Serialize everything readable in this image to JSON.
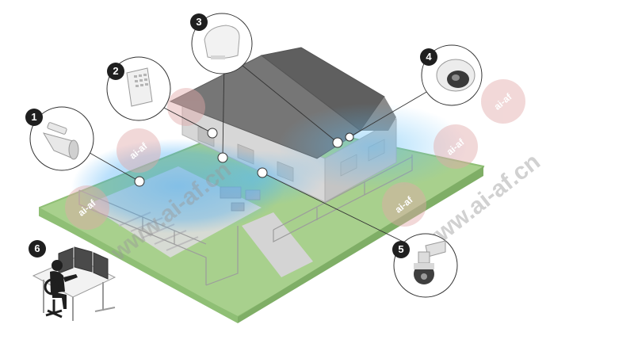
{
  "markers": [
    {
      "number": "1",
      "device": "horn-speaker"
    },
    {
      "number": "2",
      "device": "access-control-reader"
    },
    {
      "number": "3",
      "device": "radar-sensor"
    },
    {
      "number": "4",
      "device": "dome-camera"
    },
    {
      "number": "5",
      "device": "ptz-camera"
    },
    {
      "number": "6",
      "device": "monitoring-workstation"
    }
  ],
  "watermark": {
    "text": "www.ai-af.cn",
    "logo_text": "ai-af"
  },
  "colors": {
    "grass": "#a8d08d",
    "grass_edge": "#8fbf75",
    "pavement": "#d9d9d9",
    "roof": "#6f6f6f",
    "roof_dark": "#5c5c5c",
    "wall": "#cfcfcf",
    "coverage": "#3fa9f5",
    "badge": "#1f1f1f",
    "watermark_logo": "#e8b3b3"
  }
}
